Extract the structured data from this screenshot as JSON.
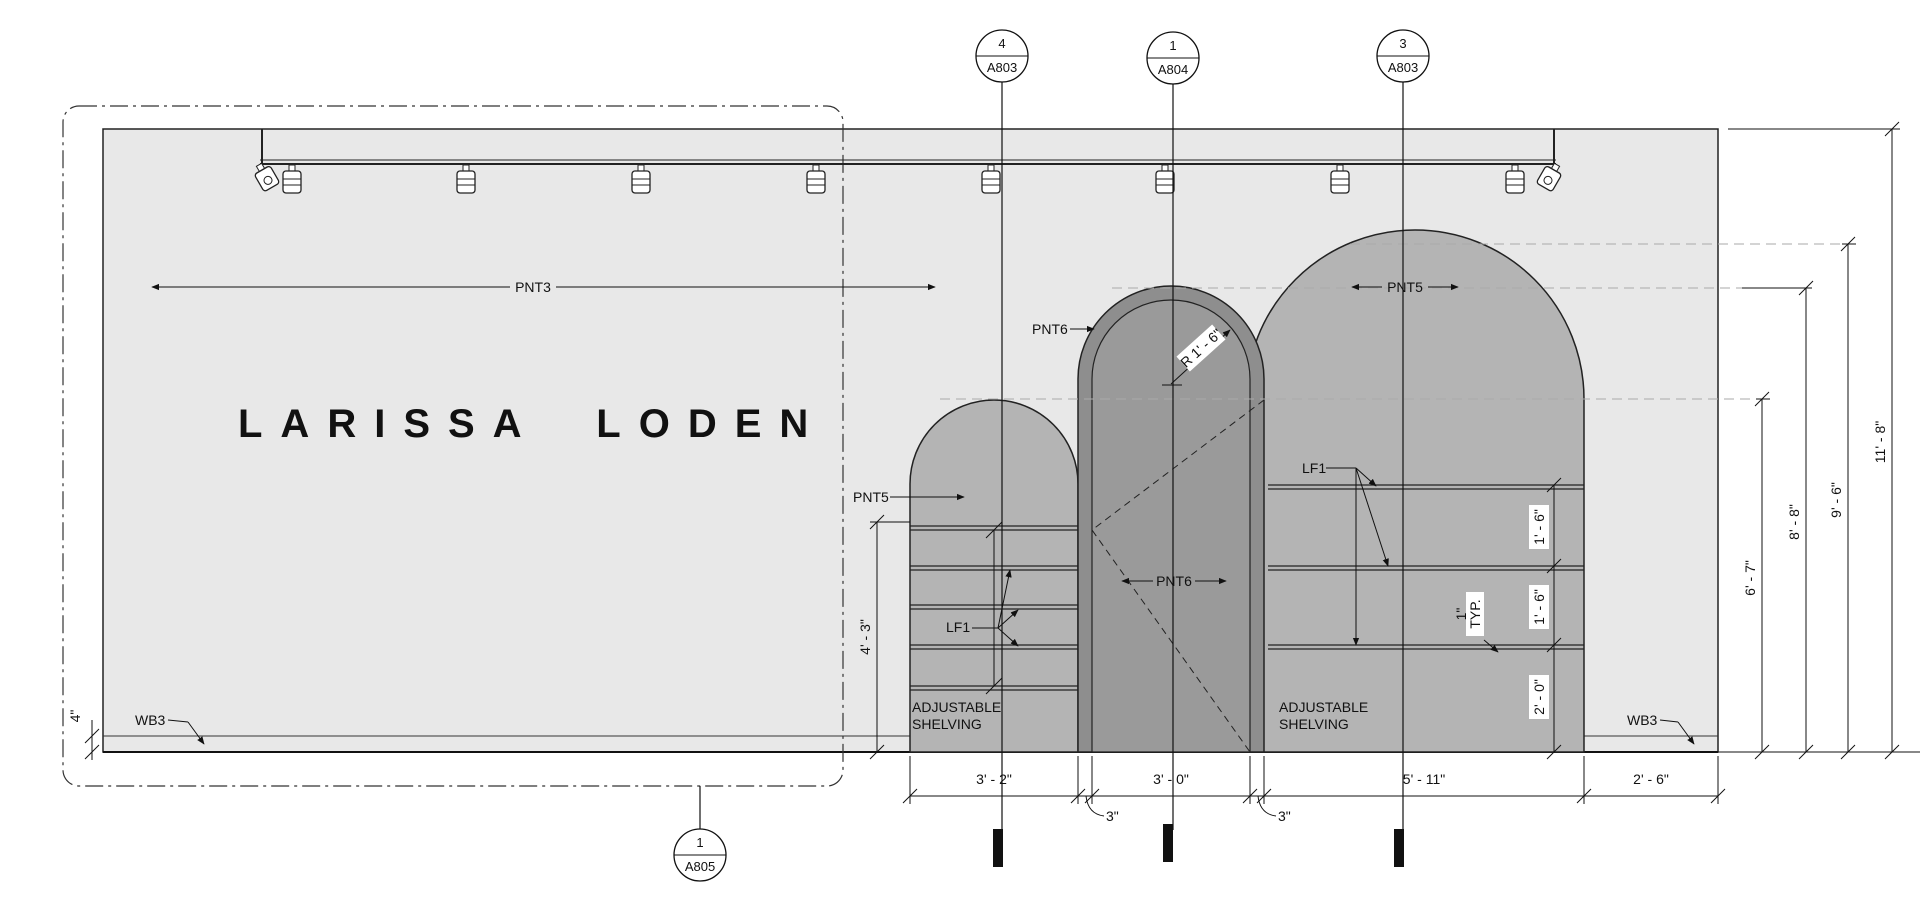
{
  "brand_name": "LARISSA  LODEN",
  "material_tags": {
    "pnt3": "PNT3",
    "pnt5_left": "PNT5",
    "pnt5_right": "PNT5",
    "pnt6_top": "PNT6",
    "pnt6_mid": "PNT6",
    "lf1_left": "LF1",
    "lf1_right": "LF1",
    "wb3_left": "WB3",
    "wb3_right": "WB3"
  },
  "notes": {
    "shelving_left": [
      "ADJUSTABLE",
      "SHELVING"
    ],
    "shelving_right": [
      "ADJUSTABLE",
      "SHELVING"
    ],
    "radius": "R 1' - 6\"",
    "typ": "TYP.",
    "one_inch": "1\""
  },
  "section_tags": [
    {
      "num": "4",
      "sheet": "A803"
    },
    {
      "num": "1",
      "sheet": "A804"
    },
    {
      "num": "3",
      "sheet": "A803"
    },
    {
      "num": "1",
      "sheet": "A805"
    }
  ],
  "horizontal_dims": {
    "left_niche": "3' - 2\"",
    "center_niche": "3' - 0\"",
    "right_niche": "5' - 11\"",
    "end_wall": "2' - 6\"",
    "gap_1": "3\"",
    "gap_2": "3\""
  },
  "vertical_dims": {
    "left_shelf_height": "4' - 3\"",
    "shelf_1": "1' - 6\"",
    "shelf_2": "1' - 6\"",
    "shelf_3": "2' - 0\"",
    "small_arch": "6' - 7\"",
    "medium_arch": "8' - 8\"",
    "large_arch": "9' - 6\"",
    "wall_height": "11' - 8\"",
    "base_height": "4\""
  }
}
